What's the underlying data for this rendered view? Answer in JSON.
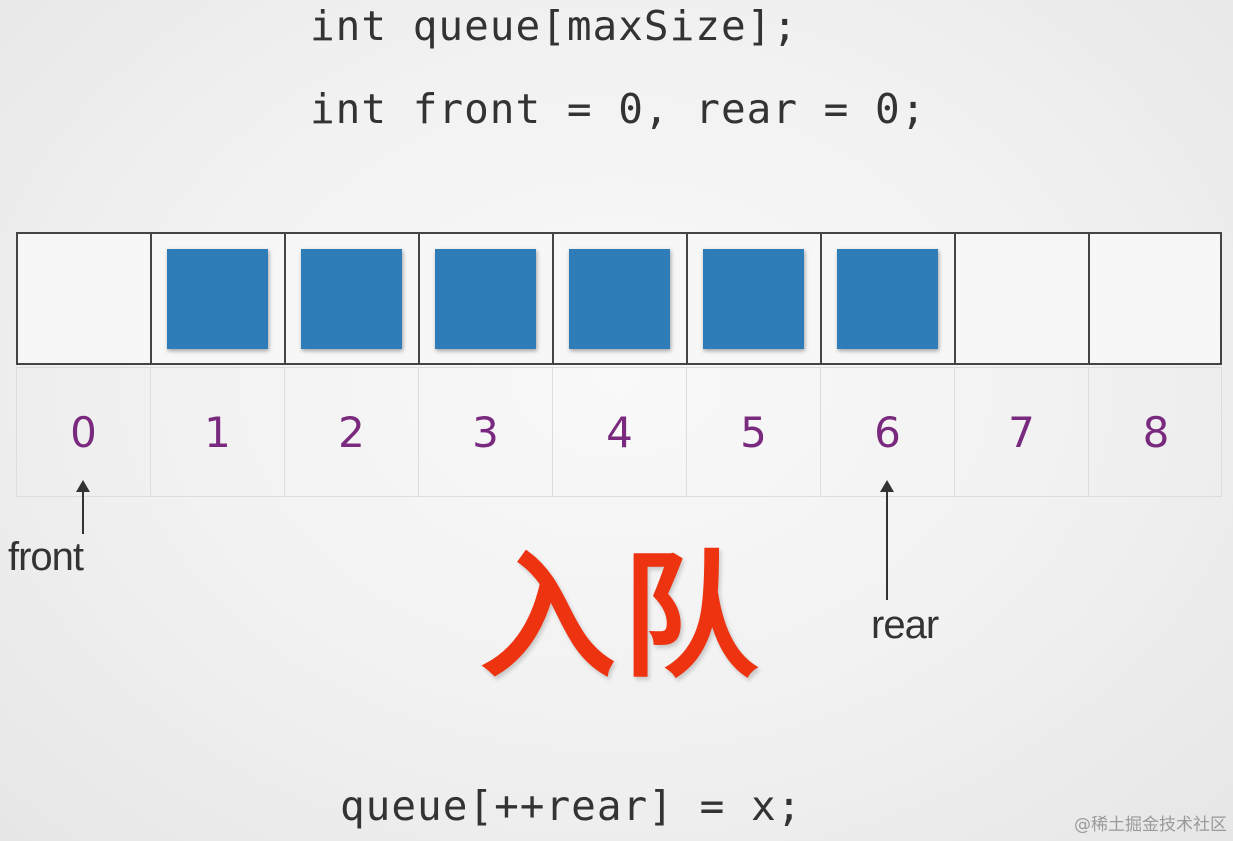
{
  "code": {
    "line1": "int queue[maxSize];",
    "line2": "int front = 0, rear = 0;",
    "enqueue": "queue[++rear] = x;"
  },
  "array": {
    "size": 9,
    "filled": [
      false,
      true,
      true,
      true,
      true,
      true,
      true,
      false,
      false
    ],
    "indices": [
      "0",
      "1",
      "2",
      "3",
      "4",
      "5",
      "6",
      "7",
      "8"
    ],
    "fill_color": "#2e7cb8"
  },
  "pointers": {
    "front_label": "front",
    "front_index": 0,
    "rear_label": "rear",
    "rear_index": 6
  },
  "title": "入队",
  "title_color": "#ee3311",
  "index_color": "#7a2a7e",
  "watermark": "@稀土掘金技术社区"
}
